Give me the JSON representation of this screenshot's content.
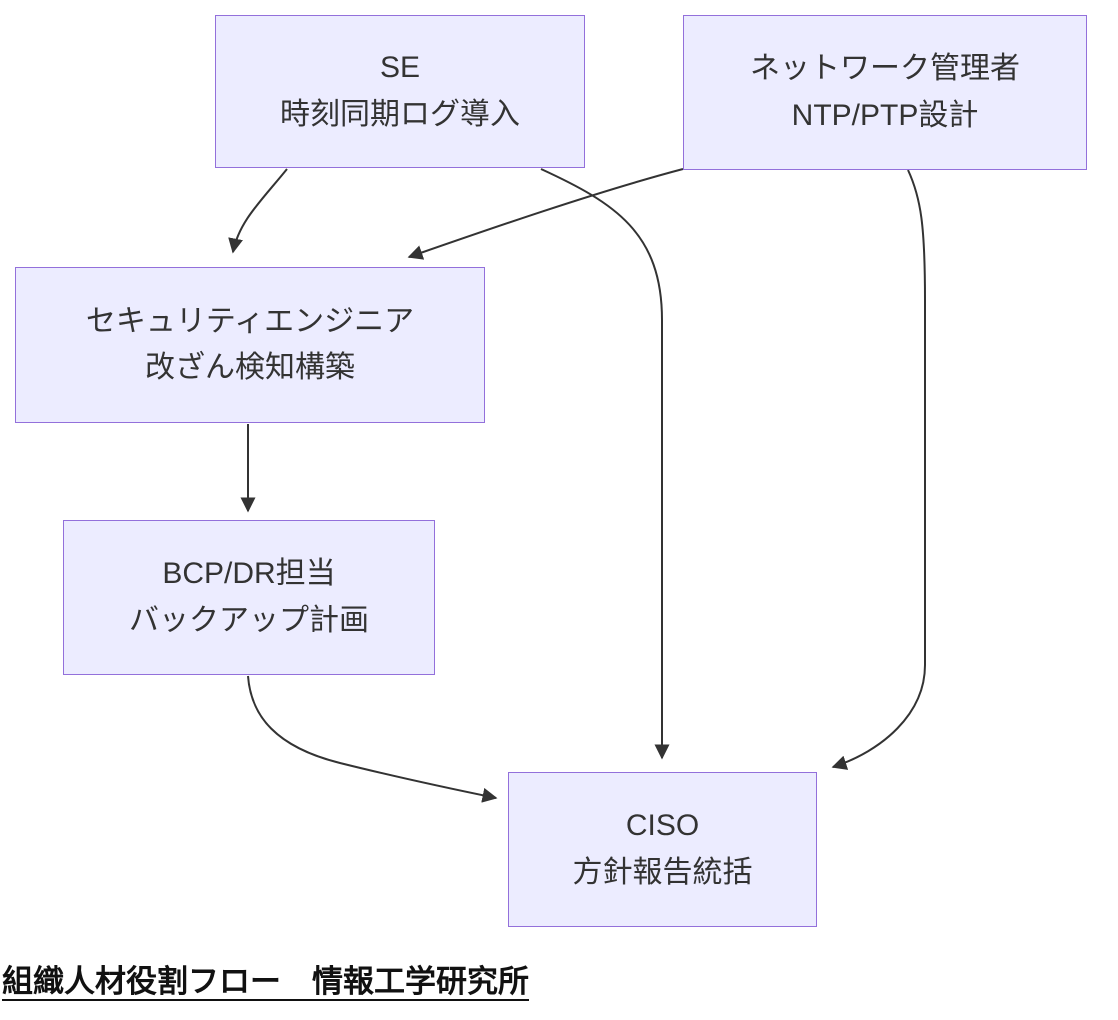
{
  "diagram": {
    "type": "flowchart",
    "direction": "top-down",
    "nodes": [
      {
        "id": "se",
        "line1": "SE",
        "line2": "時刻同期ログ導入"
      },
      {
        "id": "network-admin",
        "line1": "ネットワーク管理者",
        "line2": "NTP/PTP設計"
      },
      {
        "id": "security-engineer",
        "line1": "セキュリティエンジニア",
        "line2": "改ざん検知構築"
      },
      {
        "id": "bcp-dr",
        "line1": "BCP/DR担当",
        "line2": "バックアップ計画"
      },
      {
        "id": "ciso",
        "line1": "CISO",
        "line2": "方針報告統括"
      }
    ],
    "edges": [
      {
        "from": "se",
        "to": "security-engineer"
      },
      {
        "from": "network-admin",
        "to": "security-engineer"
      },
      {
        "from": "se",
        "to": "ciso"
      },
      {
        "from": "network-admin",
        "to": "ciso"
      },
      {
        "from": "security-engineer",
        "to": "bcp-dr"
      },
      {
        "from": "bcp-dr",
        "to": "ciso"
      }
    ],
    "caption": "組織人材役割フロー　情報工学研究所",
    "colors": {
      "node_fill": "#ECECFF",
      "node_border": "#9370DB",
      "edge": "#333333",
      "node_text": "#333333",
      "caption_text": "#111111",
      "background": "#FFFFFF"
    }
  }
}
